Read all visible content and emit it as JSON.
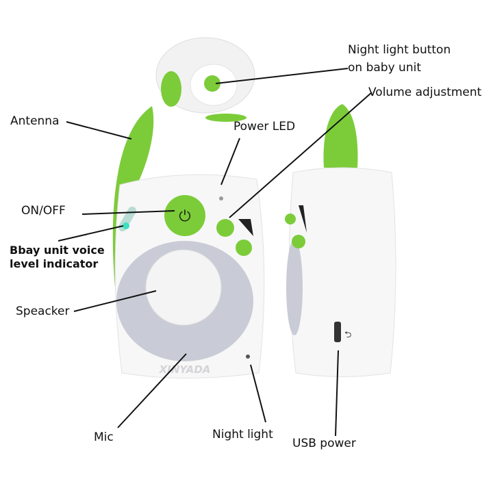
{
  "labels": {
    "night_light_button_line1": "Night light button",
    "night_light_button_line2": "on baby unit",
    "volume_adjustment": "Volume adjustment",
    "antenna": "Antenna",
    "power_led": "Power LED",
    "on_off": "ON/OFF",
    "voice_level_line1": "Bbay unit voice",
    "voice_level_line2": "level indicator",
    "speaker": "Speacker",
    "mic": "Mic",
    "night_light": "Night light",
    "usb_power": "USB power"
  },
  "brand": "XINYADA",
  "colors": {
    "green": "#7ccc3a",
    "body": "#f6f6f6",
    "face": "#c9ccd6",
    "led": "#3de0c0"
  }
}
